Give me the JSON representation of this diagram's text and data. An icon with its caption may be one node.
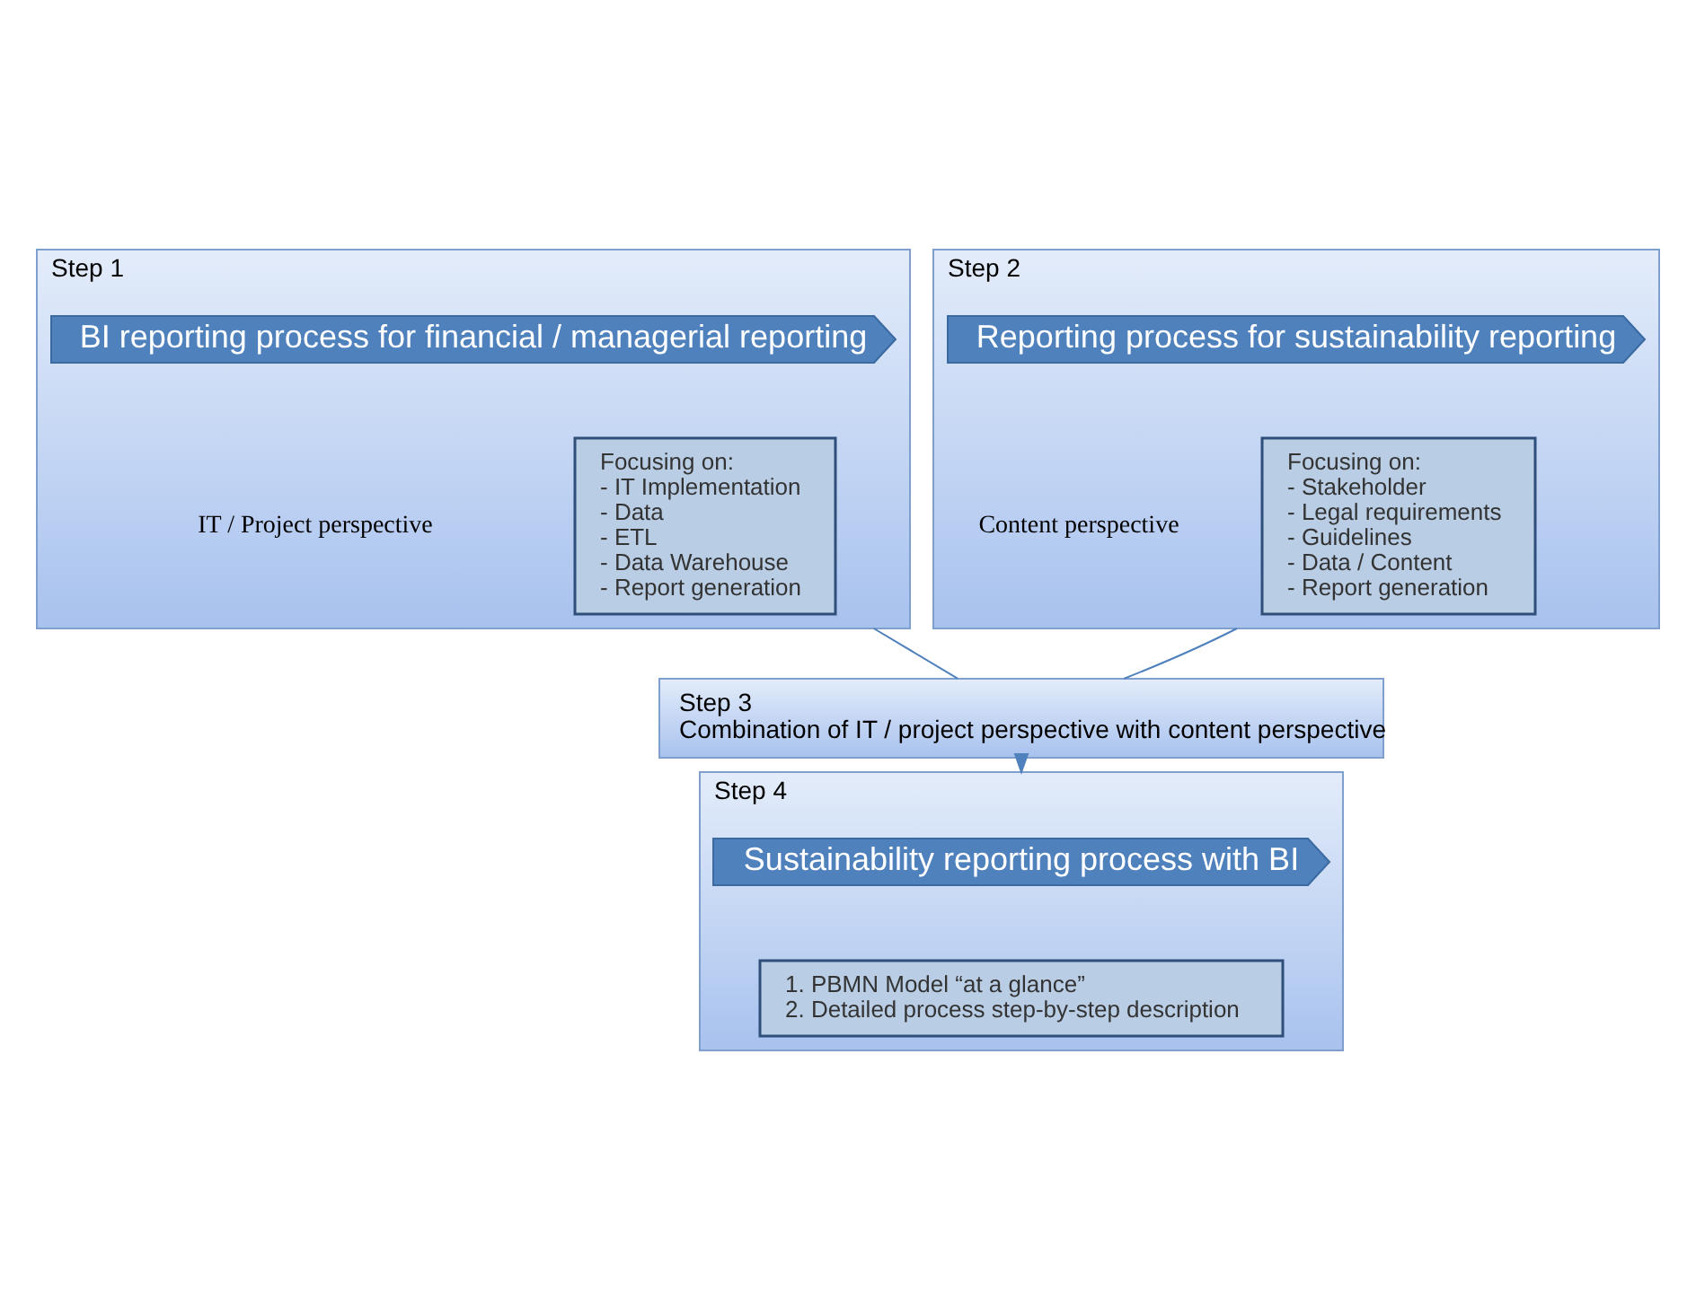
{
  "diagram": {
    "nodes": [
      {
        "text": [
          "Step 1"
        ]
      },
      {
        "text": [
          "BI reporting process for financial / managerial reporting"
        ],
        "in": 0
      },
      {
        "text": [
          "Focusing on:",
          "- IT Implementation",
          "- Data",
          "- ETL",
          "- Data Warehouse",
          "- Report generation"
        ],
        "in": 0
      },
      {
        "text": [
          "IT / Project perspective"
        ],
        "in": 0
      },
      {
        "text": [
          "Step 2"
        ]
      },
      {
        "text": [
          "Reporting process for sustainability reporting"
        ],
        "in": 4
      },
      {
        "text": [
          "Focusing on:",
          "- Stakeholder",
          "- Legal requirements",
          "- Guidelines",
          "- Data / Content",
          "- Report generation"
        ],
        "in": 4
      },
      {
        "text": [
          "Content perspective"
        ],
        "in": 4
      },
      {
        "text": [
          "Step 3",
          "Combination of IT / project perspective with content perspective"
        ]
      },
      {
        "text": [
          "Step 4"
        ]
      },
      {
        "text": [
          "Sustainability reporting process with BI"
        ],
        "in": 9
      },
      {
        "text": [
          "1. PBMN Model “at a glance”",
          "2. Detailed process step-by-step description"
        ],
        "in": 9
      }
    ],
    "edges": [
      {
        "from": 0,
        "to": 8,
        "arrow": "none"
      },
      {
        "from": 4,
        "to": 8,
        "arrow": "none"
      },
      {
        "from": 8,
        "to": 9,
        "arrow": "to"
      }
    ]
  }
}
